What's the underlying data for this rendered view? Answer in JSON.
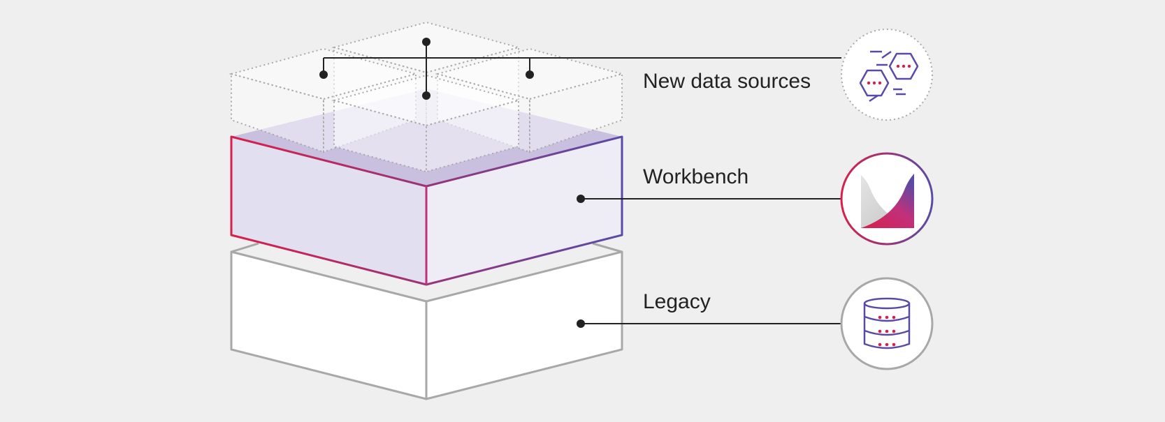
{
  "background": "#efefef",
  "layers": {
    "new_data_sources": {
      "label": "New data sources",
      "icon": "hexagon-cluster-icon"
    },
    "workbench": {
      "label": "Workbench",
      "icon": "workbench-logo-icon"
    },
    "legacy": {
      "label": "Legacy",
      "icon": "database-icon"
    }
  },
  "colors": {
    "accent_red": "#d6204b",
    "accent_purple": "#5a4aa6",
    "workbench_top": "#c9c0e0",
    "workbench_left": "#e2dff0",
    "workbench_right": "#eeedf6",
    "legacy_outline": "#a8a8a8",
    "dotted_outline": "#a9a9a9",
    "connector": "#222222"
  }
}
